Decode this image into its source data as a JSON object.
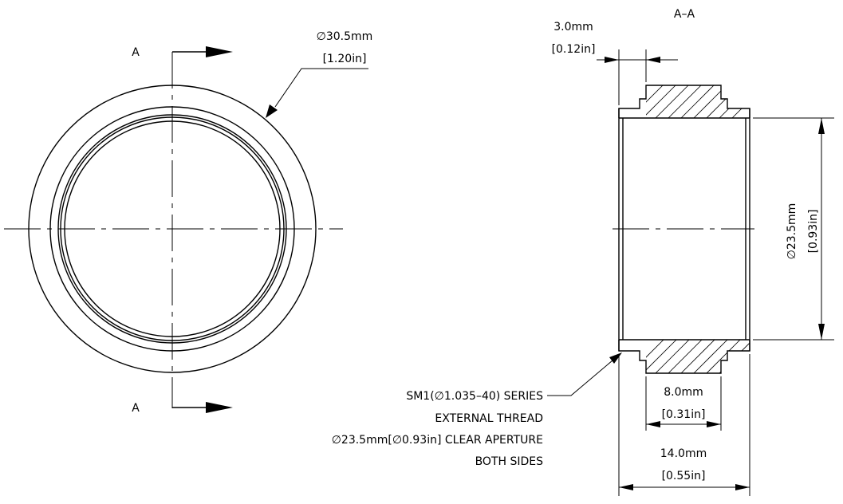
{
  "section_labels": {
    "top_a": "A",
    "bottom_a": "A",
    "section_title": "A–A"
  },
  "dimensions": {
    "outer_diameter": {
      "mm": "∅30.5mm",
      "in": "[1.20in]"
    },
    "thread_length": {
      "mm": "3.0mm",
      "in": "[0.12in]"
    },
    "aperture_diameter": {
      "mm": "∅23.5mm",
      "in": "[0.93in]"
    },
    "body_width": {
      "mm": "8.0mm",
      "in": "[0.31in]"
    },
    "overall_length": {
      "mm": "14.0mm",
      "in": "[0.55in]"
    }
  },
  "note": {
    "line1": "SM1(∅1.035–40) SERIES",
    "line2": "EXTERNAL THREAD",
    "line3": "∅23.5mm[∅0.93in] CLEAR APERTURE",
    "line4": "BOTH SIDES"
  }
}
